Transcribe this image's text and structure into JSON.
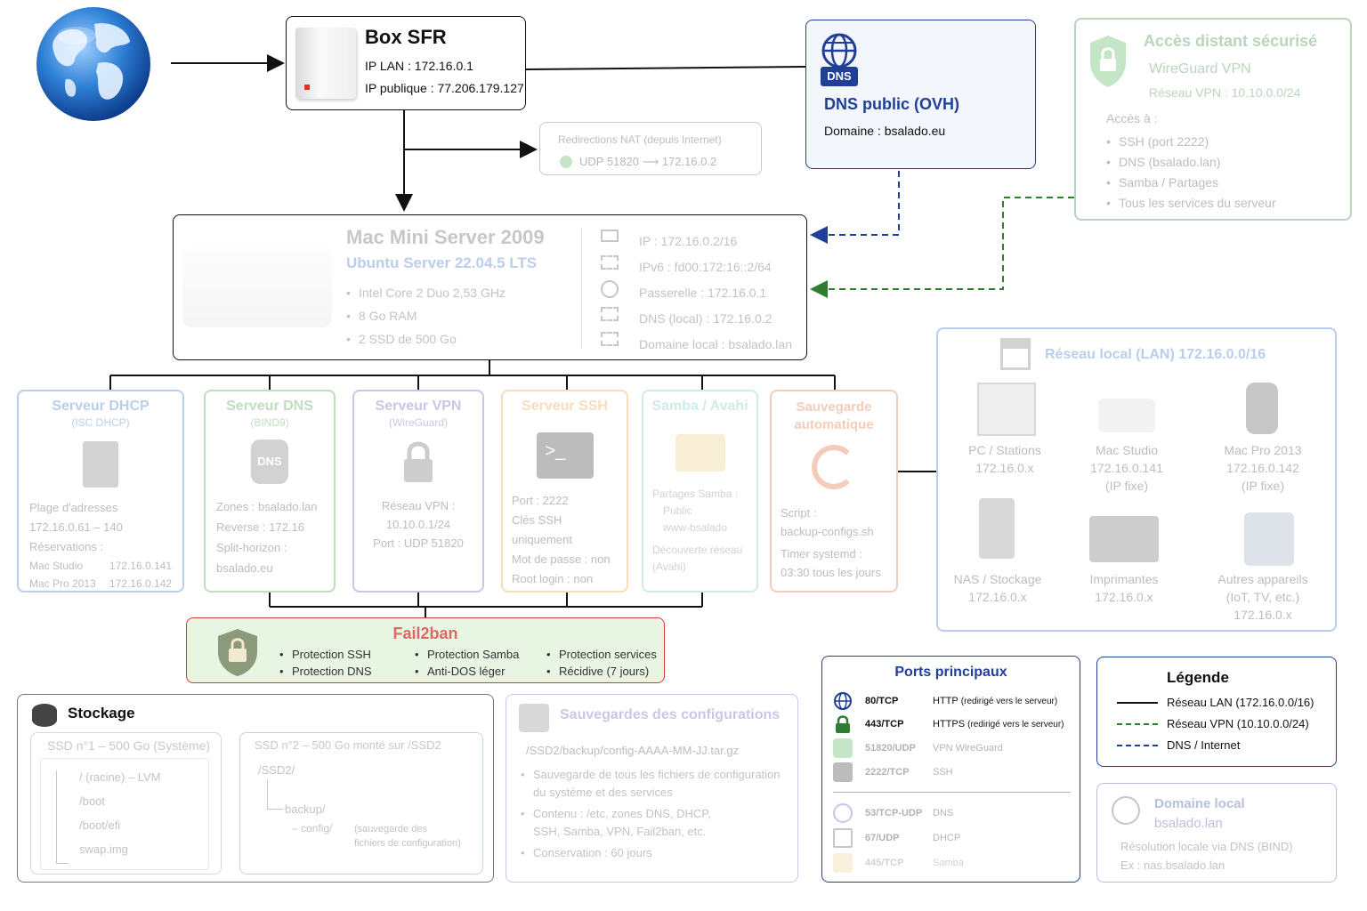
{
  "box_sfr": {
    "title": "Box SFR",
    "ip_lan": "IP LAN : 172.16.0.1",
    "ip_public": "IP publique : 77.206.179.127"
  },
  "nat": {
    "title": "Redirections NAT (depuis Internet)",
    "rule": "UDP 51820  ⟶  172.16.0.2"
  },
  "dns_public": {
    "badge": "DNS",
    "title": "DNS public (OVH)",
    "domain": "Domaine : bsalado.eu"
  },
  "vpn_access": {
    "title": "Accès distant sécurisé",
    "subtitle": "WireGuard VPN",
    "network": "Réseau VPN : 10.10.0.0/24",
    "access_label": "Accès à :",
    "items": [
      "SSH (port 2222)",
      "DNS (bsalado.lan)",
      "Samba / Partages",
      "Tous les services du serveur"
    ]
  },
  "server": {
    "title": "Mac Mini Server 2009",
    "os": "Ubuntu Server 22.04.5 LTS",
    "specs": [
      "Intel Core 2 Duo 2,53 GHz",
      "8 Go RAM",
      "2 SSD de 500 Go"
    ],
    "net": [
      "IP : 172.16.0.2/16",
      "IPv6 : fd00:172:16::2/64",
      "Passerelle : 172.16.0.1",
      "DNS (local) : 172.16.0.2",
      "Domaine local : bsalado.lan"
    ]
  },
  "services": {
    "dhcp": {
      "title": "Serveur DHCP",
      "subtitle": "(ISC DHCP)",
      "lines": [
        "Plage d'adresses",
        "172.16.0.61 – 140",
        "Réservations :"
      ],
      "reservations": [
        {
          "name": "Mac Studio",
          "ip": "172.16.0.141"
        },
        {
          "name": "Mac Pro 2013",
          "ip": "172.16.0.142"
        }
      ]
    },
    "dns": {
      "title": "Serveur DNS",
      "subtitle": "(BIND9)",
      "icon_label": "DNS",
      "lines": [
        "Zones : bsalado.lan",
        "Reverse : 172.16",
        "Split-horizon :",
        "bsalado.eu"
      ]
    },
    "vpn": {
      "title": "Serveur VPN",
      "subtitle": "(WireGuard)",
      "lines": [
        "Réseau VPN :",
        "10.10.0.1/24",
        "Port : UDP 51820"
      ]
    },
    "ssh": {
      "title": "Serveur SSH",
      "lines": [
        "Port : 2222",
        "Clés SSH uniquement",
        "Mot de passe : non",
        "Root login : non"
      ]
    },
    "samba": {
      "title": "Samba / Avahi",
      "lines": [
        "Partages Samba :"
      ],
      "shares": [
        "Public",
        "www-bsalado"
      ],
      "extra": [
        "Découverte réseau",
        "(Avahi)"
      ]
    },
    "backup": {
      "title1": "Sauvegarde",
      "title2": "automatique",
      "lines": [
        "Script :",
        "backup-configs.sh",
        "Timer systemd :",
        "03:30 tous les jours"
      ]
    }
  },
  "fail2ban": {
    "title": "Fail2ban",
    "items": [
      "Protection SSH",
      "Protection DNS",
      "Protection Samba",
      "Anti-DOS léger",
      "Protection services",
      "Récidive (7 jours)"
    ]
  },
  "lan": {
    "title": "Réseau local (LAN) 172.16.0.0/16",
    "devices": [
      {
        "name": "PC / Stations",
        "l2": "172.16.0.x",
        "l3": ""
      },
      {
        "name": "Mac Studio",
        "l2": "172.16.0.141",
        "l3": "(IP fixe)"
      },
      {
        "name": "Mac Pro 2013",
        "l2": "172.16.0.142",
        "l3": "(IP fixe)"
      },
      {
        "name": "NAS / Stockage",
        "l2": "172.16.0.x",
        "l3": ""
      },
      {
        "name": "Imprimantes",
        "l2": "172.16.0.x",
        "l3": ""
      },
      {
        "name": "Autres appareils",
        "l2": "(IoT, TV, etc.)",
        "l3": "172.16.0.x"
      }
    ]
  },
  "storage": {
    "title": "Stockage",
    "ssd1": {
      "title": "SSD n°1 – 500 Go (Système)",
      "items": [
        "/ (racine) – LVM",
        "/boot",
        "/boot/efi",
        "swap.img"
      ]
    },
    "ssd2": {
      "title": "SSD n°2 – 500 Go monté sur /SSD2",
      "root": "/SSD2/",
      "backup": "backup/",
      "config": "config/",
      "note1": "(sauvegarde des",
      "note2": "fichiers de configuration)"
    }
  },
  "config_backup": {
    "title": "Sauvegardes des configurations",
    "path": "/SSD2/backup/config-AAAA-MM-JJ.tar.gz",
    "items": [
      [
        "Sauvegarde de tous les fichiers de configuration",
        "du système et des services"
      ],
      [
        "Contenu : /etc, zones DNS, DHCP,",
        "SSH, Samba, VPN, Fail2ban, etc."
      ],
      [
        "Conservation : 60 jours"
      ]
    ]
  },
  "ports": {
    "title": "Ports principaux",
    "rows": [
      {
        "port": "80/TCP",
        "desc": "HTTP",
        "note": "(redirigé vers le serveur)",
        "icon": "globe-icon"
      },
      {
        "port": "443/TCP",
        "desc": "HTTPS",
        "note": "(redirigé vers le serveur)",
        "icon": "lock-icon"
      },
      {
        "port": "51820/UDP",
        "desc": "VPN WireGuard",
        "note": "",
        "icon": "shield-icon"
      },
      {
        "port": "2222/TCP",
        "desc": "SSH",
        "note": "",
        "icon": "terminal-icon"
      },
      {
        "port": "53/TCP-UDP",
        "desc": "DNS",
        "note": "",
        "icon": "dns-icon"
      },
      {
        "port": "67/UDP",
        "desc": "DHCP",
        "note": "",
        "icon": "monitor-icon"
      },
      {
        "port": "445/TCP",
        "desc": "Samba",
        "note": "",
        "icon": "folder-icon"
      }
    ]
  },
  "legend": {
    "title": "Légende",
    "items": [
      {
        "label": "Réseau LAN (172.16.0.0/16)",
        "color": "#111111"
      },
      {
        "label": "Réseau VPN (10.10.0.0/24)",
        "color": "#2e7d32"
      },
      {
        "label": "DNS / Internet",
        "color": "#1f3f99"
      }
    ]
  },
  "local_domain": {
    "title": "Domaine local",
    "domain": "bsalado.lan",
    "desc": "Résolution locale via DNS (BIND)",
    "example": "Ex : nas.bsalado.lan"
  },
  "colors": {
    "lan": "#111111",
    "vpn": "#2e7d32",
    "dns": "#1f3f99",
    "dhcp": "#2b66c4",
    "dns_srv": "#3a9a3a",
    "vpn_srv": "#6a4bb0",
    "ssh": "#e39a2a",
    "samba": "#2aa79a",
    "backup": "#e0622a",
    "fail2ban": "#d9383a"
  }
}
